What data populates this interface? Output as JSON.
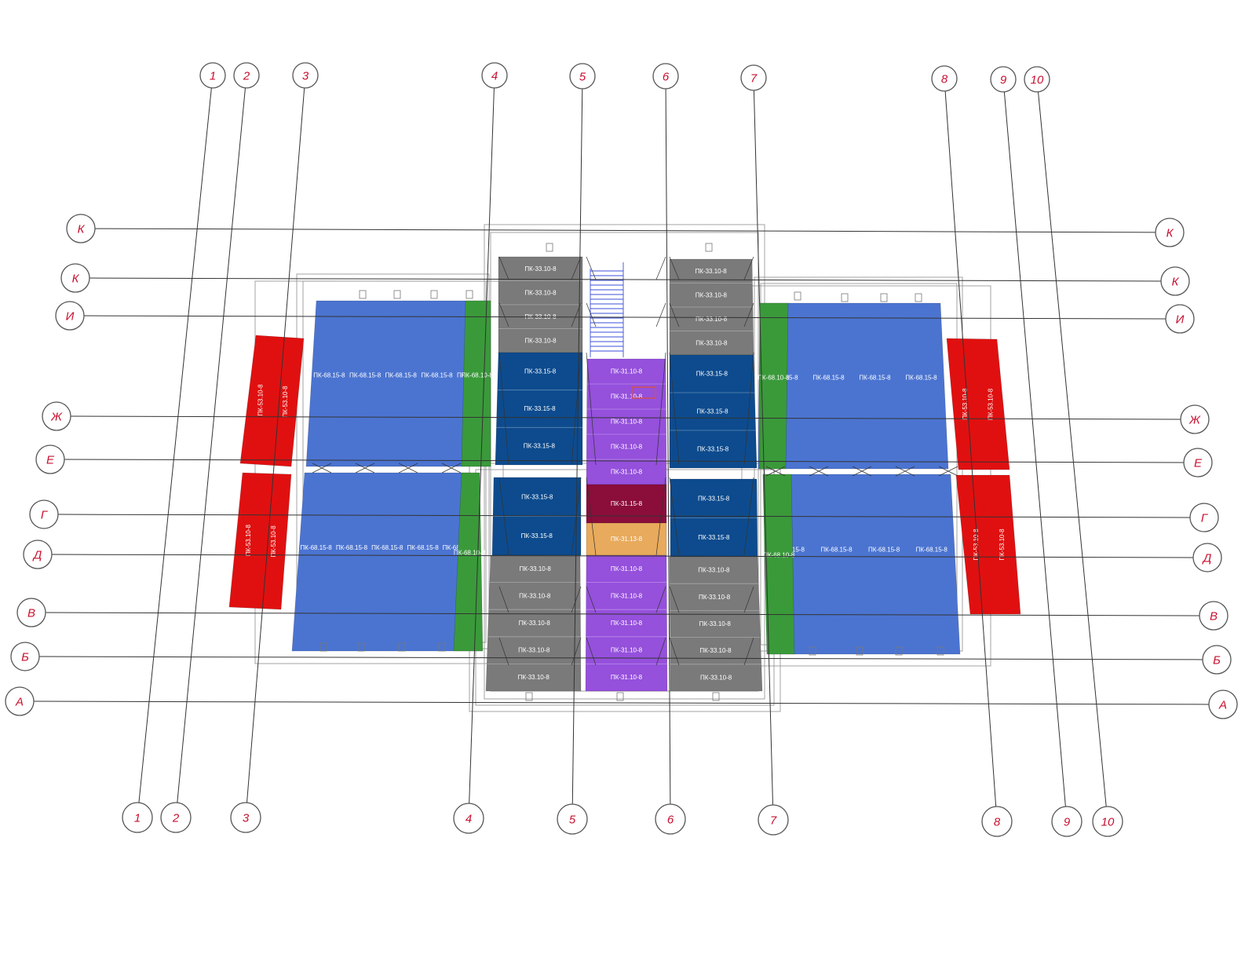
{
  "grid": {
    "columns": [
      "1",
      "2",
      "3",
      "4",
      "5",
      "6",
      "7",
      "8",
      "9",
      "10"
    ],
    "rows": [
      "К",
      "К",
      "И",
      "Ж",
      "Е",
      "Г",
      "Д",
      "В",
      "Б",
      "А"
    ]
  },
  "colors": {
    "slab_blue_large": "#4b74d1",
    "slab_gray": "#7a7a7a",
    "slab_navy": "#0d4b8e",
    "slab_violet": "#9550dc",
    "slab_green": "#3a9a3a",
    "slab_red": "#e01010",
    "slab_maroon": "#8b0d3a",
    "slab_orange": "#e8aa5c",
    "bubble_text": "#c8102e"
  },
  "slabs": [
    {
      "id": "left-blue-top",
      "color": "slab_blue_large",
      "labels": [
        "ПК-68.15-8",
        "ПК-68.15-8",
        "ПК-68.15-8",
        "ПК-68.15-8",
        "ПК-68.15-8"
      ]
    },
    {
      "id": "left-green-top",
      "color": "slab_green",
      "labels": [
        "ПК-68.10-8"
      ]
    },
    {
      "id": "left-blue-bottom",
      "color": "slab_blue_large",
      "labels": [
        "ПК-68.15-8",
        "ПК-68.15-8",
        "ПК-68.15-8",
        "ПК-68.15-8",
        "ПК-68.15-8"
      ]
    },
    {
      "id": "left-green-bottom",
      "color": "slab_green",
      "labels": [
        "ПК-68.10-8"
      ]
    },
    {
      "id": "left-red-top",
      "color": "slab_red",
      "labels": [
        "ПК-53.10-8",
        "ПК-53.10-8"
      ]
    },
    {
      "id": "left-red-bottom",
      "color": "slab_red",
      "labels": [
        "ПК-53.10-8",
        "ПК-53.10-8"
      ]
    },
    {
      "id": "right-blue-top",
      "color": "slab_blue_large",
      "labels": [
        "ПК-68.15-8",
        "ПК-68.15-8",
        "ПК-68.15-8",
        "ПК-68.15-8"
      ]
    },
    {
      "id": "right-green-top",
      "color": "slab_green",
      "labels": [
        "ПК-68.10-8"
      ]
    },
    {
      "id": "right-blue-bottom",
      "color": "slab_blue_large",
      "labels": [
        "ПК-68.15-8",
        "ПК-68.15-8",
        "ПК-68.15-8",
        "ПК-68.15-8"
      ]
    },
    {
      "id": "right-green-bottom",
      "color": "slab_green",
      "labels": [
        "ПК-68.10-8"
      ]
    },
    {
      "id": "right-red-top",
      "color": "slab_red",
      "labels": [
        "ПК-53.10-8",
        "ПК-53.10-8"
      ]
    },
    {
      "id": "right-red-bottom",
      "color": "slab_red",
      "labels": [
        "ПК-53.10-8",
        "ПК-53.10-8"
      ]
    },
    {
      "id": "mid-left-gray-top",
      "color": "slab_gray",
      "labels": [
        "ПК-33.10-8",
        "ПК-33.10-8",
        "ПК-33.10-8",
        "ПК-33.10-8"
      ]
    },
    {
      "id": "mid-left-navy-top",
      "color": "slab_navy",
      "labels": [
        "ПК-33.15-8",
        "ПК-33.15-8",
        "ПК-33.15-8"
      ]
    },
    {
      "id": "mid-left-navy-bottom",
      "color": "slab_navy",
      "labels": [
        "ПК-33.15-8",
        "ПК-33.15-8"
      ]
    },
    {
      "id": "mid-left-gray-bottom",
      "color": "slab_gray",
      "labels": [
        "ПК-33.10-8",
        "ПК-33.10-8",
        "ПК-33.10-8",
        "ПК-33.10-8",
        "ПК-33.10-8"
      ]
    },
    {
      "id": "center-violet-top",
      "color": "slab_violet",
      "labels": [
        "ПК-31.10-8",
        "ПК-31.10-8",
        "ПК-31.10-8",
        "ПК-31.10-8",
        "ПК-31.10-8"
      ]
    },
    {
      "id": "center-maroon",
      "color": "slab_maroon",
      "labels": [
        "ПК-31.15-8"
      ]
    },
    {
      "id": "center-orange",
      "color": "slab_orange",
      "labels": [
        "ПК-31.13-8"
      ]
    },
    {
      "id": "center-violet-bottom",
      "color": "slab_violet",
      "labels": [
        "ПК-31.10-8",
        "ПК-31.10-8",
        "ПК-31.10-8",
        "ПК-31.10-8",
        "ПК-31.10-8"
      ]
    },
    {
      "id": "mid-right-gray-top",
      "color": "slab_gray",
      "labels": [
        "ПК-33.10-8",
        "ПК-33.10-8",
        "ПК-33.10-8",
        "ПК-33.10-8"
      ]
    },
    {
      "id": "mid-right-navy-top",
      "color": "slab_navy",
      "labels": [
        "ПК-33.15-8",
        "ПК-33.15-8",
        "ПК-33.15-8"
      ]
    },
    {
      "id": "mid-right-navy-bottom",
      "color": "slab_navy",
      "labels": [
        "ПК-33.15-8",
        "ПК-33.15-8"
      ]
    },
    {
      "id": "mid-right-gray-bottom",
      "color": "slab_gray",
      "labels": [
        "ПК-33.10-8",
        "ПК-33.10-8",
        "ПК-33.10-8",
        "ПК-33.10-8",
        "ПК-33.10-8"
      ]
    }
  ]
}
